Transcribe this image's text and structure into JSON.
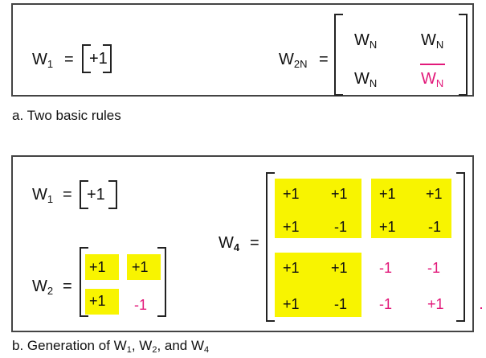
{
  "panel_a": {
    "w1_symbol": "W",
    "w1_sub": "1",
    "eq": "=",
    "w1_value": "+1",
    "w2n_symbol": "W",
    "w2n_sub": "2N",
    "wn_symbol": "W",
    "wn_sub": "N",
    "caption": "a. Two basic rules"
  },
  "panel_b": {
    "w1_symbol": "W",
    "w1_sub": "1",
    "w1_value": "+1",
    "w2_symbol": "W",
    "w2_sub": "2",
    "w2_cells": [
      "+1",
      "+1",
      "+1",
      "-1"
    ],
    "w4_symbol": "W",
    "w4_sub": "4",
    "w4_cells": [
      "+1",
      "+1",
      "+1",
      "+1",
      "+1",
      "-1",
      "+1",
      "-1",
      "+1",
      "+1",
      "-1",
      "-1",
      "+1",
      "-1",
      "-1",
      "+1"
    ],
    "caption_prefix": "b. Generation of W",
    "caption_sub1": "1",
    "caption_mid1": ", W",
    "caption_sub2": "2",
    "caption_mid2": ", and W",
    "caption_sub3": "4"
  },
  "colors": {
    "highlight": "#f8f400",
    "complement": "#e2197a",
    "border": "#444444"
  }
}
